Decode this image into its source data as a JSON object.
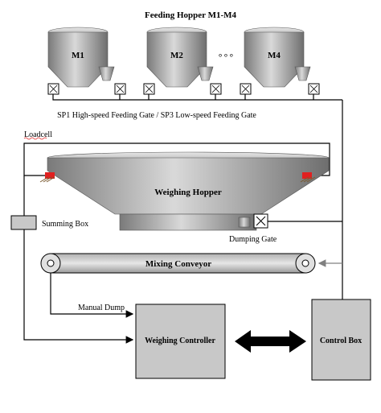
{
  "title": "Feeding Hopper M1-M4",
  "hoppers": [
    {
      "label": "M1"
    },
    {
      "label": "M2"
    },
    {
      "label": "M4"
    }
  ],
  "ellipsis": "∘∘∘",
  "feeding_gate_caption": "SP1 High-speed Feeding Gate / SP3 Low-speed Feeding Gate",
  "loadcell_label": "Loadcell",
  "weighing_hopper_label": "Weighing Hopper",
  "summing_box_label": "Summing Box",
  "dumping_gate_label": "Dumping Gate",
  "mixing_conveyor_label": "Mixing Conveyor",
  "manual_dump_label": "Manual Dump",
  "weighing_controller_label": "Weighing Controller",
  "control_box_label": "Control Box",
  "colors": {
    "hopper_light": "#d8d8d8",
    "hopper_dark": "#8a8a8a",
    "box_fill": "#c8c8c8",
    "loadcell": "#e02020",
    "arrow_gray": "#808080"
  }
}
